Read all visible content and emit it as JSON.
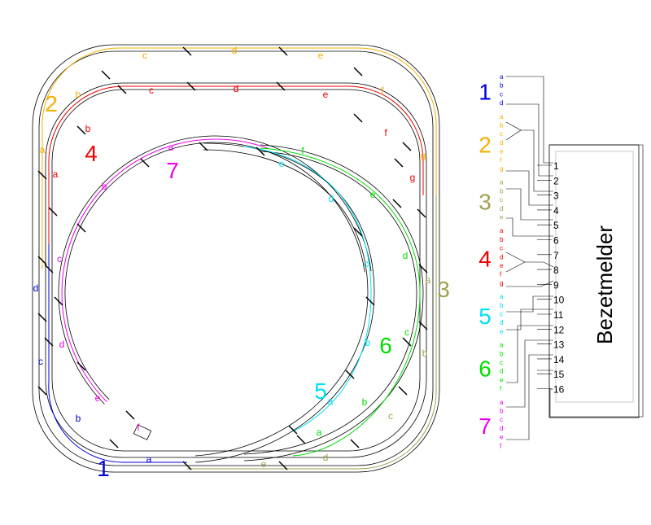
{
  "colors": {
    "c1": "#0000dd",
    "c2": "#f5b000",
    "c3": "#a0a050",
    "c4": "#ee0000",
    "c5": "#00e0f0",
    "c6": "#00dd00",
    "c7": "#ee00ee",
    "track": "#000000",
    "frame": "#bbbbbb"
  },
  "diagram": {
    "detector_label": "Bezetmelder",
    "ports": [
      "1",
      "2",
      "3",
      "4",
      "5",
      "6",
      "7",
      "8",
      "9",
      "10",
      "11",
      "12",
      "13",
      "14",
      "15",
      "16"
    ],
    "groups": [
      {
        "id": "1",
        "color": "c1",
        "sections": [
          "a",
          "b",
          "c",
          "d"
        ]
      },
      {
        "id": "2",
        "color": "c2",
        "sections": [
          "a",
          "b",
          "c",
          "d",
          "e",
          "f",
          "g"
        ]
      },
      {
        "id": "3",
        "color": "c3",
        "sections": [
          "a",
          "b",
          "c",
          "d",
          "e"
        ]
      },
      {
        "id": "4",
        "color": "c4",
        "sections": [
          "a",
          "b",
          "c",
          "d",
          "e",
          "f",
          "g"
        ]
      },
      {
        "id": "5",
        "color": "c5",
        "sections": [
          "a",
          "b",
          "c",
          "d",
          "e"
        ]
      },
      {
        "id": "6",
        "color": "c6",
        "sections": [
          "a",
          "b",
          "c",
          "d",
          "e",
          "f"
        ]
      },
      {
        "id": "7",
        "color": "c7",
        "sections": [
          "a",
          "b",
          "c",
          "d",
          "e",
          "f"
        ]
      }
    ],
    "track_labels": [
      {
        "text": "1",
        "color": "c1",
        "pos": "bottom-left"
      },
      {
        "text": "2",
        "color": "c2",
        "pos": "top-left"
      },
      {
        "text": "3",
        "color": "c3",
        "pos": "right"
      },
      {
        "text": "4",
        "color": "c4",
        "pos": "upper-left"
      },
      {
        "text": "5",
        "color": "c5",
        "pos": "lower-center"
      },
      {
        "text": "6",
        "color": "c6",
        "pos": "center-right"
      },
      {
        "text": "7",
        "color": "c7",
        "pos": "top-center"
      }
    ],
    "section_labels": [
      {
        "g": "2",
        "t": "a"
      },
      {
        "g": "2",
        "t": "b"
      },
      {
        "g": "2",
        "t": "c"
      },
      {
        "g": "2",
        "t": "d"
      },
      {
        "g": "2",
        "t": "e"
      },
      {
        "g": "2",
        "t": "f"
      },
      {
        "g": "2",
        "t": "g"
      },
      {
        "g": "4",
        "t": "a"
      },
      {
        "g": "4",
        "t": "b"
      },
      {
        "g": "4",
        "t": "c"
      },
      {
        "g": "4",
        "t": "d"
      },
      {
        "g": "4",
        "t": "e"
      },
      {
        "g": "4",
        "t": "f"
      },
      {
        "g": "4",
        "t": "g"
      },
      {
        "g": "7",
        "t": "a"
      },
      {
        "g": "7",
        "t": "b"
      },
      {
        "g": "7",
        "t": "c"
      },
      {
        "g": "7",
        "t": "d"
      },
      {
        "g": "7",
        "t": "e"
      },
      {
        "g": "7",
        "t": "f"
      },
      {
        "g": "5",
        "t": "a"
      },
      {
        "g": "5",
        "t": "b"
      },
      {
        "g": "5",
        "t": "c"
      },
      {
        "g": "5",
        "t": "d"
      },
      {
        "g": "5",
        "t": "e"
      },
      {
        "g": "6",
        "t": "a"
      },
      {
        "g": "6",
        "t": "b"
      },
      {
        "g": "6",
        "t": "c"
      },
      {
        "g": "6",
        "t": "d"
      },
      {
        "g": "6",
        "t": "e"
      },
      {
        "g": "6",
        "t": "f"
      },
      {
        "g": "1",
        "t": "a"
      },
      {
        "g": "1",
        "t": "b"
      },
      {
        "g": "1",
        "t": "c"
      },
      {
        "g": "1",
        "t": "d"
      },
      {
        "g": "3",
        "t": "a"
      },
      {
        "g": "3",
        "t": "b"
      },
      {
        "g": "3",
        "t": "c"
      },
      {
        "g": "3",
        "t": "d"
      },
      {
        "g": "3",
        "t": "e"
      }
    ]
  }
}
